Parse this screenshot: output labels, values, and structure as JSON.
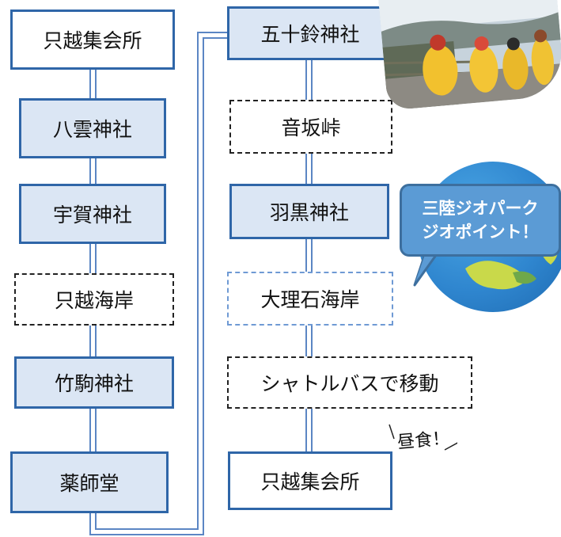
{
  "left_column": {
    "items": [
      {
        "label": "只越集会所",
        "style": "solid-white"
      },
      {
        "label": "八雲神社",
        "style": "solid-blue"
      },
      {
        "label": "宇賀神社",
        "style": "solid-blue"
      },
      {
        "label": "只越海岸",
        "style": "dashed-black"
      },
      {
        "label": "竹駒神社",
        "style": "solid-blue"
      },
      {
        "label": "薬師堂",
        "style": "solid-blue"
      }
    ]
  },
  "right_column": {
    "items": [
      {
        "label": "五十鈴神社",
        "style": "solid-blue"
      },
      {
        "label": "音坂峠",
        "style": "dashed-black"
      },
      {
        "label": "羽黒神社",
        "style": "solid-blue"
      },
      {
        "label": "大理石海岸",
        "style": "dashed-blue"
      },
      {
        "label": "シャトルバスで移動",
        "style": "dashed-black"
      },
      {
        "label": "只越集会所",
        "style": "solid-white"
      }
    ]
  },
  "geopoint_callout": {
    "line1": "三陸ジオパーク",
    "line2": "ジオポイント！"
  },
  "lunch_note": "昼食！",
  "colors": {
    "box_border": "#2f66a8",
    "box_fill_blue": "#dbe6f4",
    "dashed_blue": "#6f9ad4",
    "bubble_fill": "#5b9bd5",
    "globe": "#2f86cf"
  }
}
